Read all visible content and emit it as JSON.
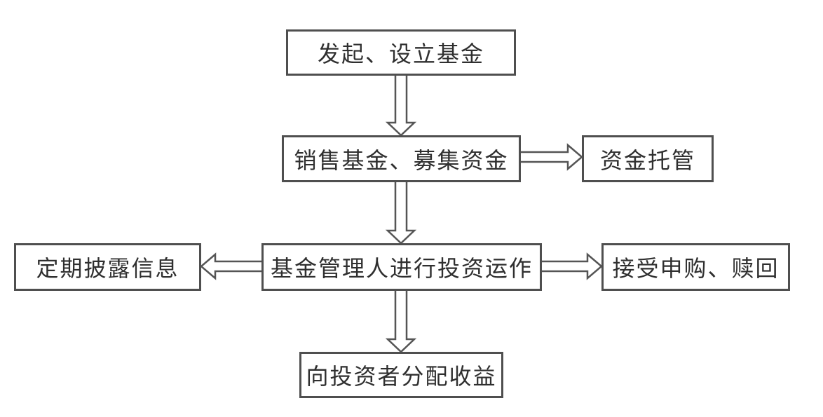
{
  "diagram": {
    "type": "flowchart",
    "topic": "fund-operation-process",
    "nodes": {
      "initiate": {
        "label": "发起、设立基金"
      },
      "sell": {
        "label": "销售基金、募集资金"
      },
      "custody": {
        "label": "资金托管"
      },
      "manage": {
        "label": "基金管理人进行投资运作"
      },
      "disclose": {
        "label": "定期披露信息"
      },
      "redeem": {
        "label": "接受申购、赎回"
      },
      "distribute": {
        "label": "向投资者分配收益"
      }
    },
    "edges": [
      {
        "from": "initiate",
        "to": "sell",
        "direction": "down"
      },
      {
        "from": "sell",
        "to": "custody",
        "direction": "right"
      },
      {
        "from": "sell",
        "to": "manage",
        "direction": "down"
      },
      {
        "from": "manage",
        "to": "disclose",
        "direction": "left"
      },
      {
        "from": "manage",
        "to": "redeem",
        "direction": "right"
      },
      {
        "from": "manage",
        "to": "distribute",
        "direction": "down"
      }
    ],
    "colors": {
      "background": "#ffffff",
      "box_border": "#4f4f4f",
      "box_fill": "#ffffff",
      "text": "#2f2f2f",
      "arrow_stroke": "#555555",
      "arrow_fill": "#ffffff"
    }
  }
}
